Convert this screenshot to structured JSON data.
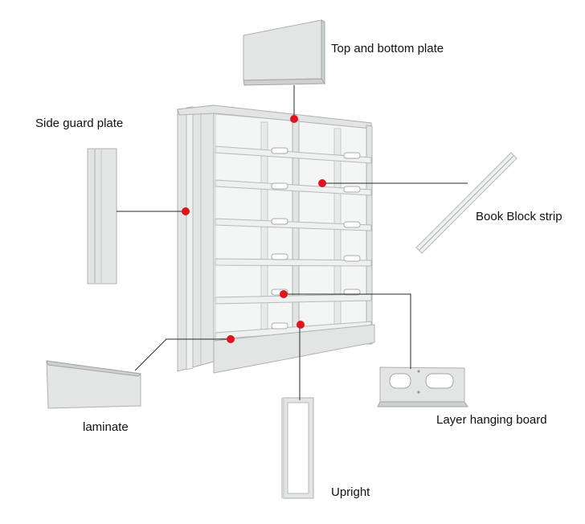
{
  "labels": {
    "top_bottom_plate": "Top and bottom plate",
    "side_guard_plate": "Side guard plate",
    "book_block_strip": "Book Block strip",
    "laminate": "laminate",
    "layer_hanging_board": "Layer hanging board",
    "upright": "Upright"
  },
  "colors": {
    "marker": "#e0141c",
    "leader_line": "#2a2a2a",
    "label_text": "#111111",
    "metal": "#e3e4e4"
  }
}
